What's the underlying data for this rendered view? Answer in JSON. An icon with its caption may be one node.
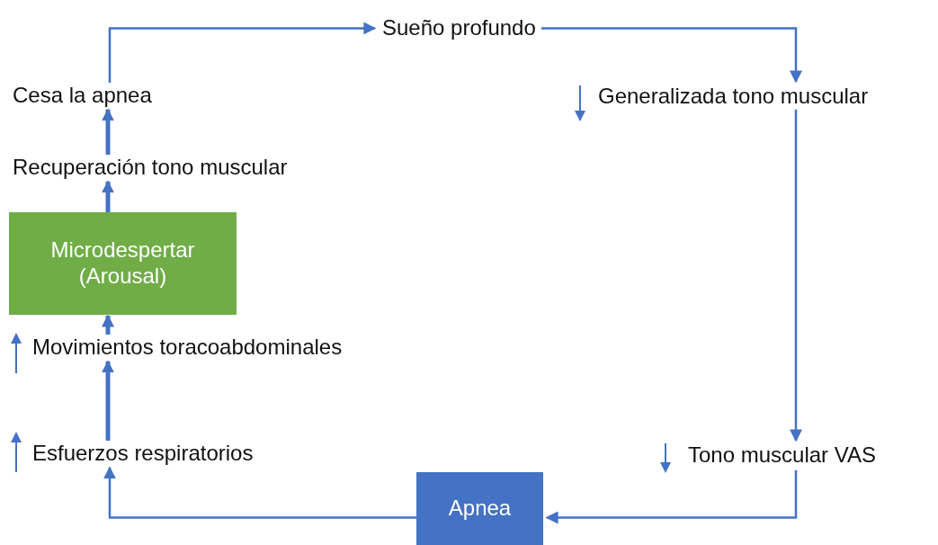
{
  "diagram": {
    "nodes": [
      {
        "text": [
          "Sueño profundo"
        ]
      },
      {
        "text": [
          "Generalizada tono muscular"
        ]
      },
      {
        "text": [
          "Tono muscular VAS"
        ]
      },
      {
        "text": [
          "Apnea"
        ]
      },
      {
        "text": [
          "Esfuerzos respiratorios"
        ]
      },
      {
        "text": [
          "Movimientos toracoabdominales"
        ]
      },
      {
        "text": [
          "Microdespertar (Arousal)"
        ]
      },
      {
        "text": [
          "Recuperación tono muscular"
        ]
      },
      {
        "text": [
          "Cesa la apnea"
        ]
      }
    ],
    "edges": [
      {
        "from": 8,
        "to": 0,
        "arrow": "to"
      },
      {
        "from": 0,
        "to": 1,
        "arrow": "to"
      },
      {
        "from": 1,
        "to": 2,
        "arrow": "to"
      },
      {
        "from": 2,
        "to": 3,
        "arrow": "to"
      },
      {
        "from": 3,
        "to": 4,
        "arrow": "to"
      },
      {
        "from": 4,
        "to": 5,
        "arrow": "to",
        "style": "thick"
      },
      {
        "from": 5,
        "to": 6,
        "arrow": "to",
        "style": "thick"
      },
      {
        "from": 6,
        "to": 7,
        "arrow": "to",
        "style": "thick"
      },
      {
        "from": 7,
        "to": 8,
        "arrow": "to",
        "style": "thick"
      }
    ]
  }
}
